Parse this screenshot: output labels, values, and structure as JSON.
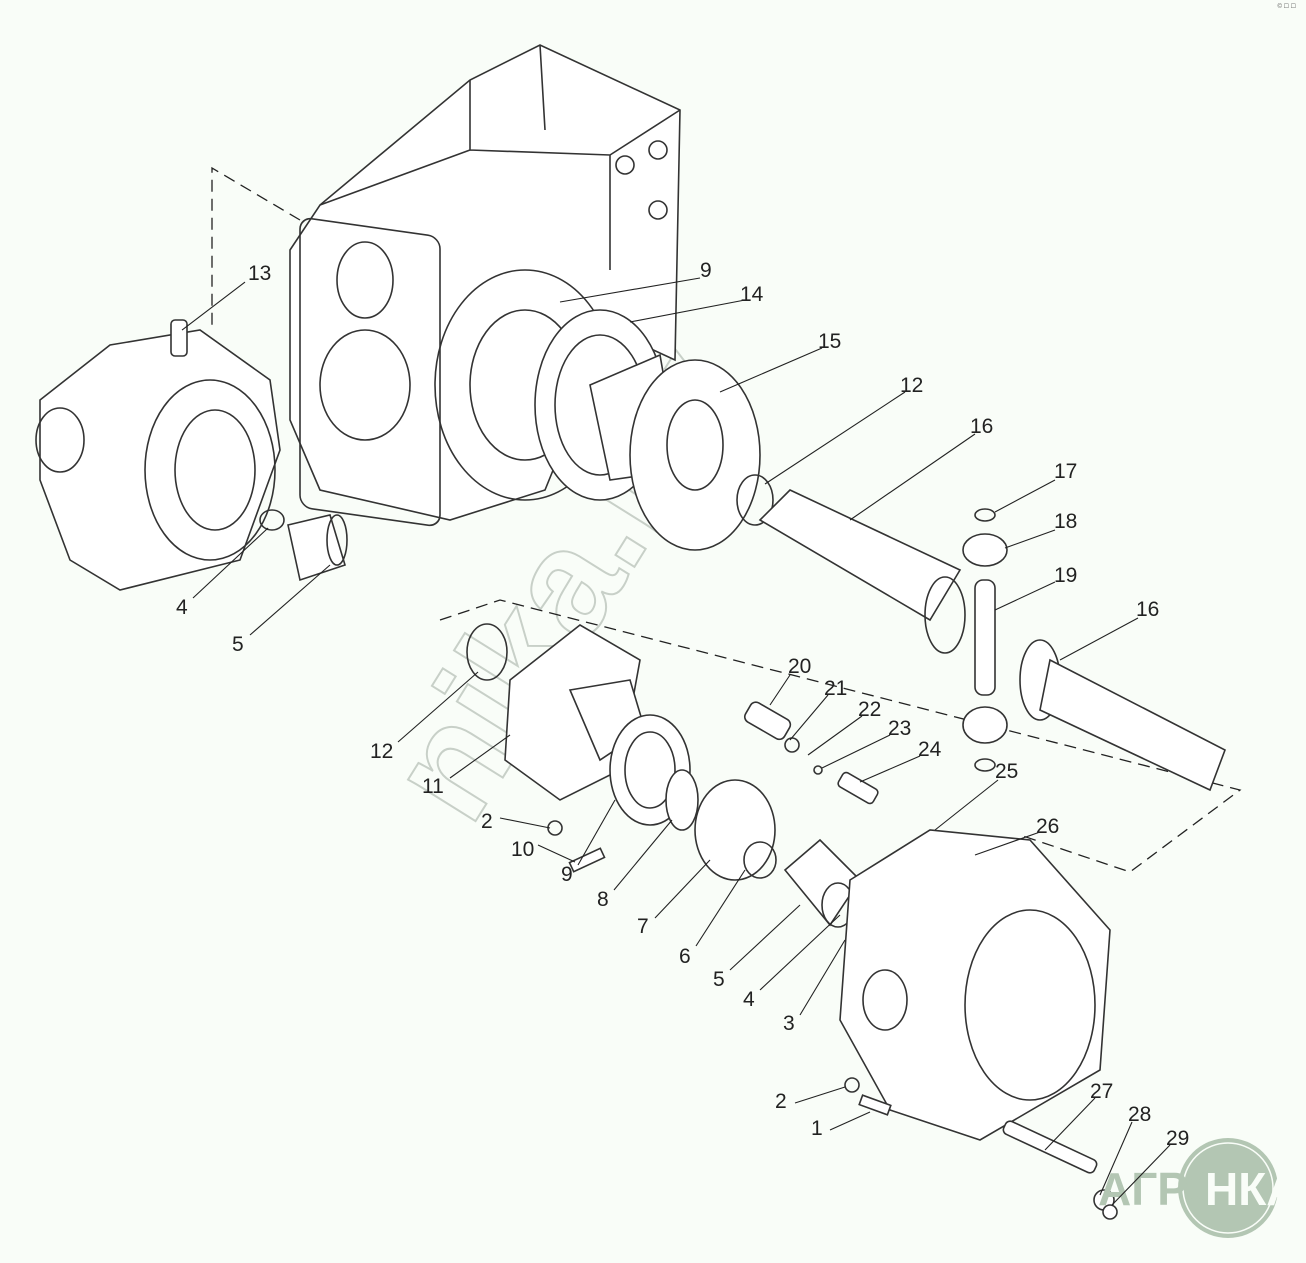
{
  "corner_text": "©  ☐ ☐",
  "watermark": "nika.by",
  "logo": {
    "text": "АГРО НКА",
    "color": "#b3c6b3"
  },
  "labels": {
    "l13": "13",
    "l9a": "9",
    "l14": "14",
    "l15": "15",
    "l12a": "12",
    "l16a": "16",
    "l17": "17",
    "l18": "18",
    "l19": "19",
    "l16b": "16",
    "l4a": "4",
    "l5a": "5",
    "l20": "20",
    "l21": "21",
    "l22": "22",
    "l23": "23",
    "l24": "24",
    "l25": "25",
    "l26": "26",
    "l12b": "12",
    "l11": "11",
    "l2a": "2",
    "l10": "10",
    "l9b": "9",
    "l8": "8",
    "l7": "7",
    "l6": "6",
    "l5b": "5",
    "l4b": "4",
    "l3": "3",
    "l2b": "2",
    "l1": "1",
    "l27": "27",
    "l28": "28",
    "l29": "29"
  }
}
